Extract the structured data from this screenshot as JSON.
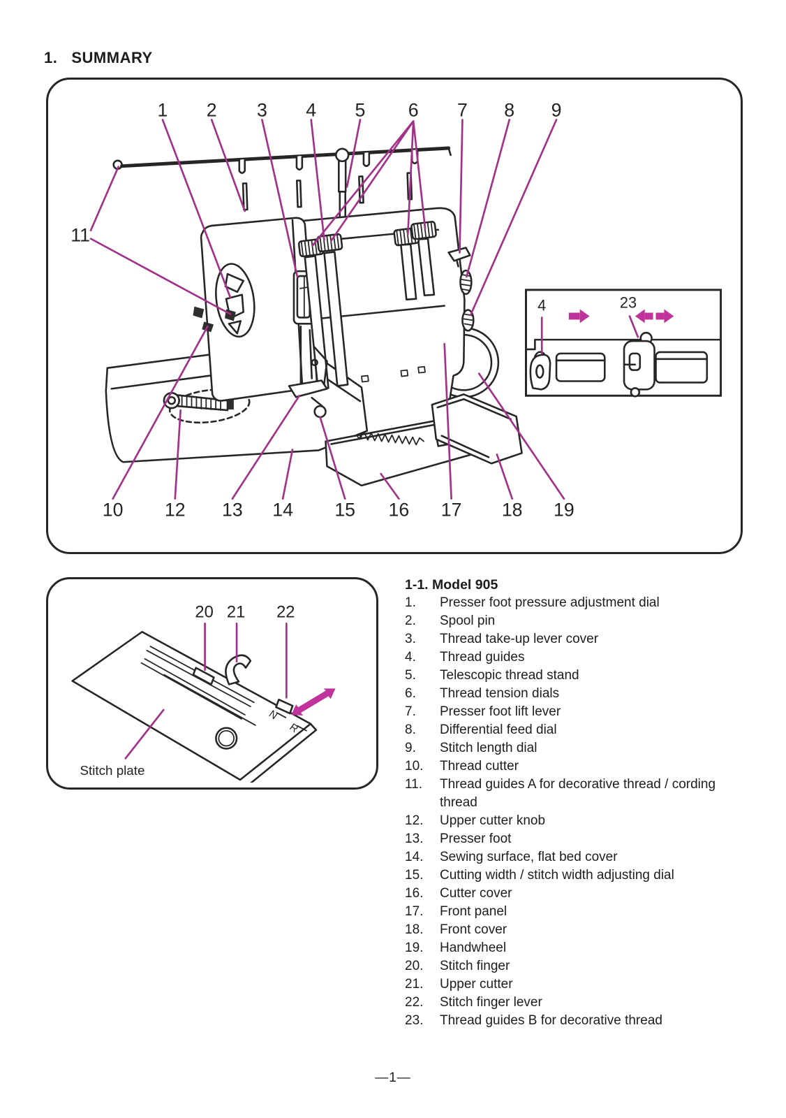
{
  "page": {
    "title_prefix": "1.",
    "title": "SUMMARY",
    "page_number": "—1—"
  },
  "colors": {
    "callout_line": "#a23289",
    "arrow_pink": "#c0339a",
    "ink": "#262626",
    "paper": "#ffffff"
  },
  "main_diagram": {
    "top_callouts": [
      "1",
      "2",
      "3",
      "4",
      "5",
      "6",
      "7",
      "8",
      "9"
    ],
    "left_callout": "11",
    "bottom_callouts": [
      "10",
      "12",
      "13",
      "14",
      "15",
      "16",
      "17",
      "18",
      "19"
    ],
    "inset": {
      "label_4": "4",
      "label_23": "23"
    }
  },
  "plate_diagram": {
    "callouts": [
      "20",
      "21",
      "22"
    ],
    "caption": "Stitch plate",
    "letter_n": "N",
    "letter_r": "R"
  },
  "parts_list": {
    "heading": "1-1. Model 905",
    "items": [
      {
        "num": "1.",
        "text": "Presser foot pressure adjustment dial"
      },
      {
        "num": "2.",
        "text": "Spool pin"
      },
      {
        "num": "3.",
        "text": "Thread take-up lever cover"
      },
      {
        "num": "4.",
        "text": "Thread guides"
      },
      {
        "num": "5.",
        "text": "Telescopic thread stand"
      },
      {
        "num": "6.",
        "text": "Thread tension dials"
      },
      {
        "num": "7.",
        "text": "Presser foot lift lever"
      },
      {
        "num": "8.",
        "text": "Differential feed dial"
      },
      {
        "num": "9.",
        "text": "Stitch length dial"
      },
      {
        "num": "10.",
        "text": "Thread cutter"
      },
      {
        "num": "11.",
        "text": "Thread guides A for decorative thread / cording thread"
      },
      {
        "num": "12.",
        "text": "Upper cutter knob"
      },
      {
        "num": "13.",
        "text": "Presser foot"
      },
      {
        "num": "14.",
        "text": "Sewing surface, flat bed cover"
      },
      {
        "num": "15.",
        "text": "Cutting width / stitch width adjusting dial"
      },
      {
        "num": "16.",
        "text": "Cutter cover"
      },
      {
        "num": "17.",
        "text": "Front panel"
      },
      {
        "num": "18.",
        "text": "Front cover"
      },
      {
        "num": "19.",
        "text": "Handwheel"
      },
      {
        "num": "20.",
        "text": "Stitch finger"
      },
      {
        "num": "21.",
        "text": "Upper cutter"
      },
      {
        "num": "22.",
        "text": "Stitch finger lever"
      },
      {
        "num": "23.",
        "text": "Thread guides B for decorative thread"
      }
    ]
  }
}
